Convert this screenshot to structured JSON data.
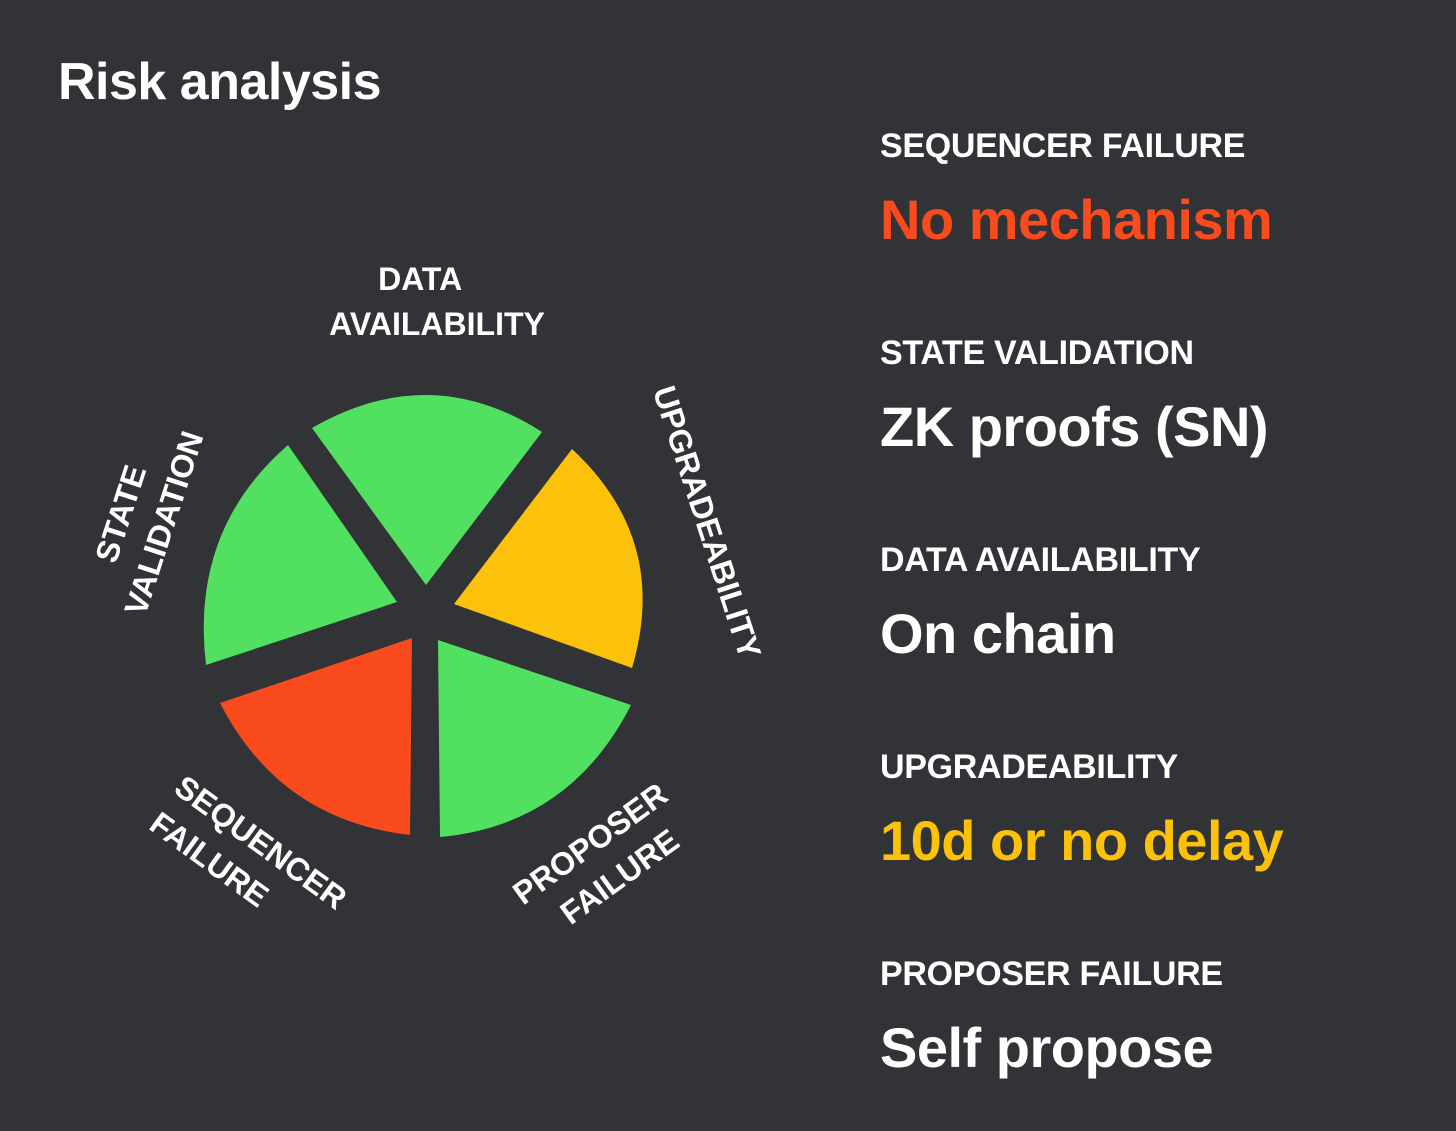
{
  "header": {
    "title": "Risk analysis"
  },
  "colors": {
    "background": "#323337",
    "good": "#52e060",
    "warning": "#fcc10a",
    "bad": "#fa4b1e",
    "text": "#ffffff"
  },
  "rosette": {
    "labels": {
      "data_availability": [
        "DATA",
        "AVAILABILITY"
      ],
      "upgradeability": [
        "UPGRADEABILITY"
      ],
      "proposer_failure": [
        "PROPOSER",
        "FAILURE"
      ],
      "sequencer_failure": [
        "SEQUENCER",
        "FAILURE"
      ],
      "state_validation": [
        "STATE",
        "VALIDATION"
      ]
    },
    "segments": [
      {
        "key": "data_availability",
        "status": "good"
      },
      {
        "key": "upgradeability",
        "status": "warning"
      },
      {
        "key": "proposer_failure",
        "status": "good"
      },
      {
        "key": "sequencer_failure",
        "status": "bad"
      },
      {
        "key": "state_validation",
        "status": "good"
      }
    ]
  },
  "risks": [
    {
      "label": "SEQUENCER FAILURE",
      "value": "No mechanism",
      "status": "bad"
    },
    {
      "label": "STATE VALIDATION",
      "value": "ZK proofs (SN)",
      "status": "neutral"
    },
    {
      "label": "DATA AVAILABILITY",
      "value": "On chain",
      "status": "neutral"
    },
    {
      "label": "UPGRADEABILITY",
      "value": "10d or no delay",
      "status": "warning"
    },
    {
      "label": "PROPOSER FAILURE",
      "value": "Self propose",
      "status": "neutral"
    }
  ]
}
